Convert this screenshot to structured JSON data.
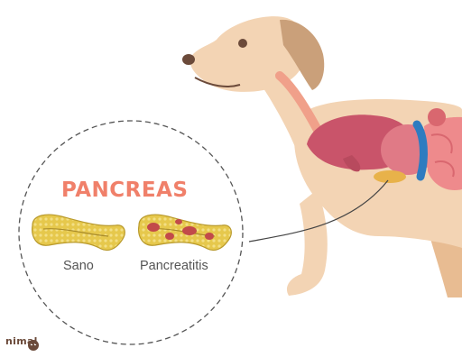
{
  "title": "PANCREAS",
  "labels": {
    "healthy": "Sano",
    "disease": "Pancreatitis"
  },
  "logo": {
    "text": "nimal"
  },
  "colors": {
    "title": "#f0806a",
    "dog_body": "#f3d4b4",
    "dog_shade": "#e8bc92",
    "ear": "#caa07a",
    "liver": "#c9546a",
    "stomach": "#e07a86",
    "intestine": "#ee8a8c",
    "diaphragm": "#2e7cc0",
    "pancreas": "#e0c24a",
    "inflammation": "#c24a4a",
    "dashed_circle": "#555555"
  }
}
